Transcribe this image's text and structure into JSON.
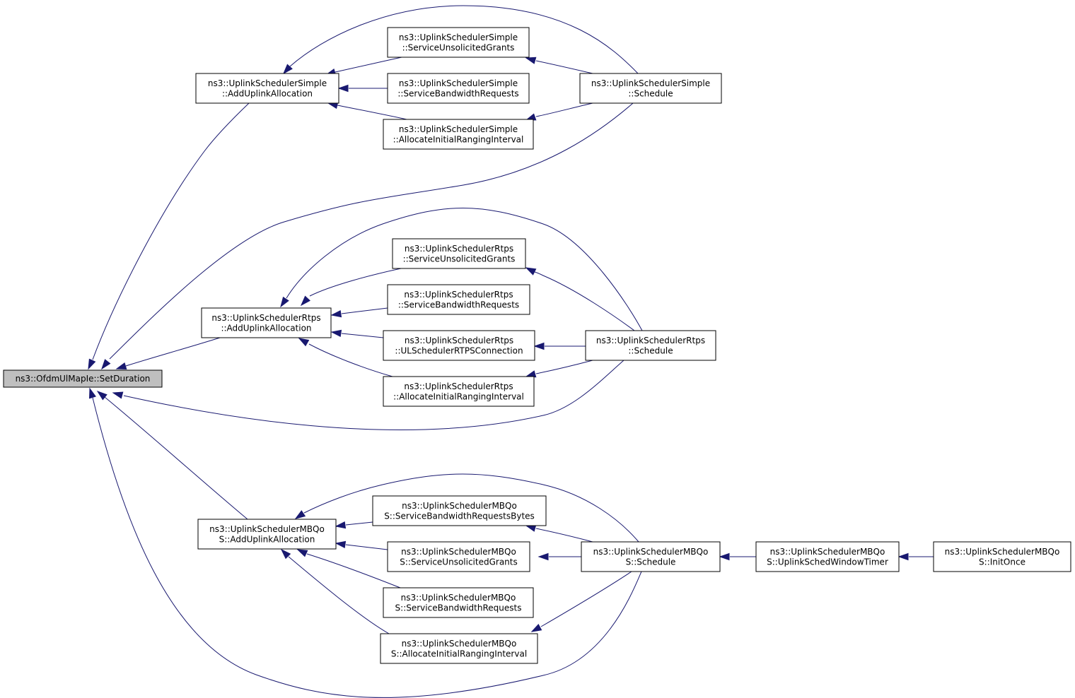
{
  "graph": {
    "edge_color": "#191970",
    "root_fill": "#bfbfbf",
    "nodes": [
      {
        "id": "set_duration",
        "lines": [
          "ns3::OfdmUlMapIe::SetDuration"
        ],
        "root": true
      },
      {
        "id": "simple_add",
        "lines": [
          "ns3::UplinkSchedulerSimple",
          "::AddUplinkAllocation"
        ]
      },
      {
        "id": "simple_sug",
        "lines": [
          "ns3::UplinkSchedulerSimple",
          "::ServiceUnsolicitedGrants"
        ]
      },
      {
        "id": "simple_sbr",
        "lines": [
          "ns3::UplinkSchedulerSimple",
          "::ServiceBandwidthRequests"
        ]
      },
      {
        "id": "simple_airi",
        "lines": [
          "ns3::UplinkSchedulerSimple",
          "::AllocateInitialRangingInterval"
        ]
      },
      {
        "id": "simple_sched",
        "lines": [
          "ns3::UplinkSchedulerSimple",
          "::Schedule"
        ]
      },
      {
        "id": "rtps_add",
        "lines": [
          "ns3::UplinkSchedulerRtps",
          "::AddUplinkAllocation"
        ]
      },
      {
        "id": "rtps_sug",
        "lines": [
          "ns3::UplinkSchedulerRtps",
          "::ServiceUnsolicitedGrants"
        ]
      },
      {
        "id": "rtps_sbr",
        "lines": [
          "ns3::UplinkSchedulerRtps",
          "::ServiceBandwidthRequests"
        ]
      },
      {
        "id": "rtps_ulconn",
        "lines": [
          "ns3::UplinkSchedulerRtps",
          "::ULSchedulerRTPSConnection"
        ]
      },
      {
        "id": "rtps_airi",
        "lines": [
          "ns3::UplinkSchedulerRtps",
          "::AllocateInitialRangingInterval"
        ]
      },
      {
        "id": "rtps_sched",
        "lines": [
          "ns3::UplinkSchedulerRtps",
          "::Schedule"
        ]
      },
      {
        "id": "mbqos_add",
        "lines": [
          "ns3::UplinkSchedulerMBQo",
          "S::AddUplinkAllocation"
        ]
      },
      {
        "id": "mbqos_sbrb",
        "lines": [
          "ns3::UplinkSchedulerMBQo",
          "S::ServiceBandwidthRequestsBytes"
        ]
      },
      {
        "id": "mbqos_sug",
        "lines": [
          "ns3::UplinkSchedulerMBQo",
          "S::ServiceUnsolicitedGrants"
        ]
      },
      {
        "id": "mbqos_sbr",
        "lines": [
          "ns3::UplinkSchedulerMBQo",
          "S::ServiceBandwidthRequests"
        ]
      },
      {
        "id": "mbqos_airi",
        "lines": [
          "ns3::UplinkSchedulerMBQo",
          "S::AllocateInitialRangingInterval"
        ]
      },
      {
        "id": "mbqos_sched",
        "lines": [
          "ns3::UplinkSchedulerMBQo",
          "S::Schedule"
        ]
      },
      {
        "id": "mbqos_timer",
        "lines": [
          "ns3::UplinkSchedulerMBQo",
          "S::UplinkSchedWindowTimer"
        ]
      },
      {
        "id": "mbqos_init",
        "lines": [
          "ns3::UplinkSchedulerMBQo",
          "S::InitOnce"
        ]
      }
    ],
    "edges": [
      {
        "from": "simple_add",
        "to": "set_duration"
      },
      {
        "from": "simple_sched",
        "to": "set_duration"
      },
      {
        "from": "rtps_add",
        "to": "set_duration"
      },
      {
        "from": "rtps_sched",
        "to": "set_duration"
      },
      {
        "from": "mbqos_add",
        "to": "set_duration"
      },
      {
        "from": "mbqos_sched",
        "to": "set_duration"
      },
      {
        "from": "simple_sug",
        "to": "simple_add"
      },
      {
        "from": "simple_sbr",
        "to": "simple_add"
      },
      {
        "from": "simple_airi",
        "to": "simple_add"
      },
      {
        "from": "simple_sched",
        "to": "simple_add"
      },
      {
        "from": "simple_sched",
        "to": "simple_sug"
      },
      {
        "from": "simple_sched",
        "to": "simple_airi"
      },
      {
        "from": "rtps_sug",
        "to": "rtps_add"
      },
      {
        "from": "rtps_sbr",
        "to": "rtps_add"
      },
      {
        "from": "rtps_ulconn",
        "to": "rtps_add"
      },
      {
        "from": "rtps_airi",
        "to": "rtps_add"
      },
      {
        "from": "rtps_sched",
        "to": "rtps_add"
      },
      {
        "from": "rtps_sched",
        "to": "rtps_sug"
      },
      {
        "from": "rtps_sched",
        "to": "rtps_ulconn"
      },
      {
        "from": "rtps_sched",
        "to": "rtps_airi"
      },
      {
        "from": "mbqos_sbrb",
        "to": "mbqos_add"
      },
      {
        "from": "mbqos_sug",
        "to": "mbqos_add"
      },
      {
        "from": "mbqos_sbr",
        "to": "mbqos_add"
      },
      {
        "from": "mbqos_airi",
        "to": "mbqos_add"
      },
      {
        "from": "mbqos_sched",
        "to": "mbqos_add"
      },
      {
        "from": "mbqos_sched",
        "to": "mbqos_sbrb"
      },
      {
        "from": "mbqos_sched",
        "to": "mbqos_sug"
      },
      {
        "from": "mbqos_sched",
        "to": "mbqos_airi"
      },
      {
        "from": "mbqos_timer",
        "to": "mbqos_sched"
      },
      {
        "from": "mbqos_init",
        "to": "mbqos_timer"
      }
    ]
  }
}
